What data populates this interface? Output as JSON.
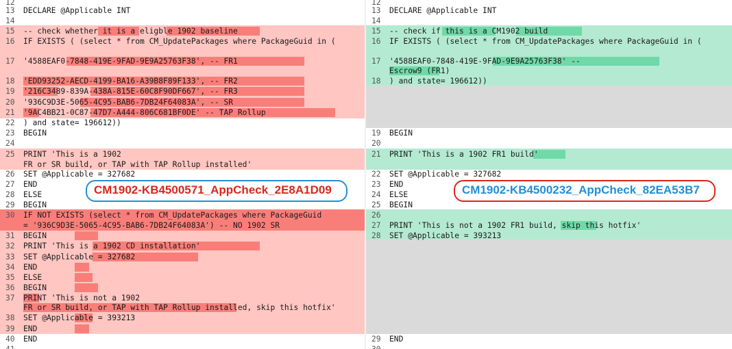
{
  "left_pane": {
    "lines": [
      {
        "n": "12",
        "t": ""
      },
      {
        "n": "13",
        "t": "    DECLARE @Applicable INT"
      },
      {
        "n": "14",
        "t": ""
      },
      {
        "n": "15",
        "t": "        -- check whether it is a eligble 1902 baseline"
      },
      {
        "n": "16",
        "t": "        IF EXISTS ( (select * from CM_UpdatePackages where PackageGuid in ("
      },
      {
        "n": "17",
        "t": "                 '4588EAF0-7848-419E-9FAD-9E9A25763F38',   -- FR1"
      },
      {
        "n": "18",
        "t": "                 'EDD93252-AECD-4199-BA16-A39B8F89F133',   -- FR2"
      },
      {
        "n": "19",
        "t": "                 '216C3489-839A-438A-815E-60C8F90DF667',   -- FR3"
      },
      {
        "n": "20",
        "t": "                 '936C9D3E-5065-4C95-BAB6-7DB24F64083A',   -- SR"
      },
      {
        "n": "21",
        "t": "                 '9AC4BB21-0C87-47D7-A444-806C681BF0DE'    -- TAP Rollup"
      },
      {
        "n": "22",
        "t": "             ) and state= 196612))"
      },
      {
        "n": "23",
        "t": "        BEGIN"
      },
      {
        "n": "24",
        "t": ""
      },
      {
        "n": "25",
        "t": "            PRINT 'This is a 1902"
      },
      {
        "n": "",
        "t": "FR or SR build, or TAP with TAP Rollup installed'"
      },
      {
        "n": "26",
        "t": "            SET @Applicable = 327682"
      },
      {
        "n": "27",
        "t": "        END"
      },
      {
        "n": "28",
        "t": "        ELSE"
      },
      {
        "n": "29",
        "t": "        BEGIN"
      },
      {
        "n": "30",
        "t": "            IF NOT EXISTS (select * from CM_UpdatePackages where PackageGuid"
      },
      {
        "n": "",
        "t": "= '936C9D3E-5065-4C95-BAB6-7DB24F64083A') -- NO 1902 SR"
      },
      {
        "n": "31",
        "t": "            BEGIN"
      },
      {
        "n": "32",
        "t": "                PRINT 'This is a 1902 CD installation'"
      },
      {
        "n": "33",
        "t": "                SET @Applicable = 327682"
      },
      {
        "n": "34",
        "t": "            END"
      },
      {
        "n": "35",
        "t": "            ELSE"
      },
      {
        "n": "36",
        "t": "            BEGIN"
      },
      {
        "n": "37",
        "t": "                PRINT 'This is not a 1902"
      },
      {
        "n": "",
        "t": "FR or SR build, or TAP with TAP Rollup installed, skip this hotfix'"
      },
      {
        "n": "38",
        "t": "                SET @Applicable = 393213"
      },
      {
        "n": "39",
        "t": "            END"
      },
      {
        "n": "40",
        "t": "        END"
      },
      {
        "n": "41",
        "t": ""
      }
    ],
    "label": "CM1902-KB4500571_AppCheck_2E8A1D09"
  },
  "right_pane": {
    "lines": [
      {
        "n": "12",
        "t": ""
      },
      {
        "n": "13",
        "t": "    DECLARE @Applicable INT"
      },
      {
        "n": "14",
        "t": ""
      },
      {
        "n": "15",
        "t": "        -- check if this is a CM1902 build"
      },
      {
        "n": "16",
        "t": "        IF EXISTS ( (select * from CM_UpdatePackages where PackageGuid in ("
      },
      {
        "n": "17",
        "t": "                  '4588EAF0-7848-419E-9FAD-9E9A25763F38'   --"
      },
      {
        "n": "",
        "t": "Escrow9 (FR1)"
      },
      {
        "n": "18",
        "t": "                  ) and state= 196612))"
      },
      {
        "n": "19",
        "t": "        BEGIN"
      },
      {
        "n": "20",
        "t": ""
      },
      {
        "n": "21",
        "t": "            PRINT 'This is a 1902 FR1 build'"
      },
      {
        "n": "22",
        "t": "            SET @Applicable = 327682"
      },
      {
        "n": "23",
        "t": "        END"
      },
      {
        "n": "24",
        "t": "        ELSE"
      },
      {
        "n": "25",
        "t": "        BEGIN"
      },
      {
        "n": "26",
        "t": ""
      },
      {
        "n": "27",
        "t": "            PRINT 'This is not a 1902 FR1 build, skip this hotfix'"
      },
      {
        "n": "28",
        "t": "            SET @Applicable = 393213"
      },
      {
        "n": "29",
        "t": "        END"
      },
      {
        "n": "30",
        "t": ""
      }
    ],
    "label": "CM1902-KB4500232_AppCheck_82EA53B7"
  },
  "colors": {
    "deleted_bg": "#ffc6c2",
    "deleted_highlight": "#f97e79",
    "added_bg": "#b4ead2",
    "added_highlight": "#6fd9a8",
    "filler": "#dadada"
  }
}
